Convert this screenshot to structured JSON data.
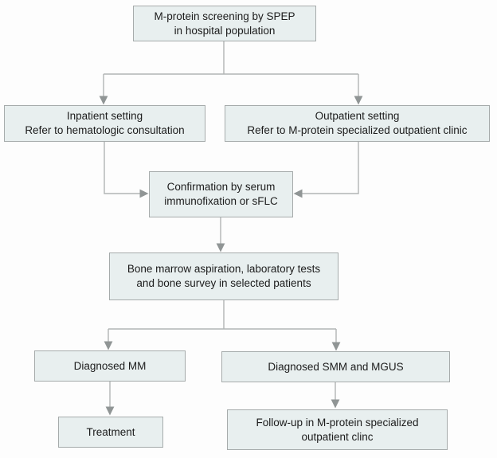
{
  "diagram": {
    "type": "flowchart",
    "nodes": {
      "screening": {
        "label": "M-protein screening by SPEP\nin hospital population"
      },
      "inpatient": {
        "label": "Inpatient setting\nRefer to hematologic consultation"
      },
      "outpatient": {
        "label": "Outpatient setting\nRefer to M-protein specialized outpatient clinic"
      },
      "confirmation": {
        "label": "Confirmation by serum\nimmunofixation or sFLC"
      },
      "bone_marrow": {
        "label": "Bone marrow aspiration, laboratory tests\nand bone survey in selected patients"
      },
      "diagnosed_mm": {
        "label": "Diagnosed MM"
      },
      "diagnosed_smm_mgus": {
        "label": "Diagnosed SMM and MGUS"
      },
      "treatment": {
        "label": "Treatment"
      },
      "follow_up": {
        "label": "Follow-up in M-protein specialized\noutpatient clinc"
      }
    },
    "edges": [
      {
        "from": "screening",
        "to": "inpatient"
      },
      {
        "from": "screening",
        "to": "outpatient"
      },
      {
        "from": "inpatient",
        "to": "confirmation"
      },
      {
        "from": "outpatient",
        "to": "confirmation"
      },
      {
        "from": "confirmation",
        "to": "bone_marrow"
      },
      {
        "from": "bone_marrow",
        "to": "diagnosed_mm"
      },
      {
        "from": "bone_marrow",
        "to": "diagnosed_smm_mgus"
      },
      {
        "from": "diagnosed_mm",
        "to": "treatment"
      },
      {
        "from": "diagnosed_smm_mgus",
        "to": "follow_up"
      }
    ],
    "colors": {
      "node-fill": "#e8efef",
      "node-border": "#a6abab",
      "line-color": "#b1b5b5",
      "arrow-color": "#909595",
      "text-color": "#1c1c1c",
      "background": "#fdfdfd"
    }
  }
}
